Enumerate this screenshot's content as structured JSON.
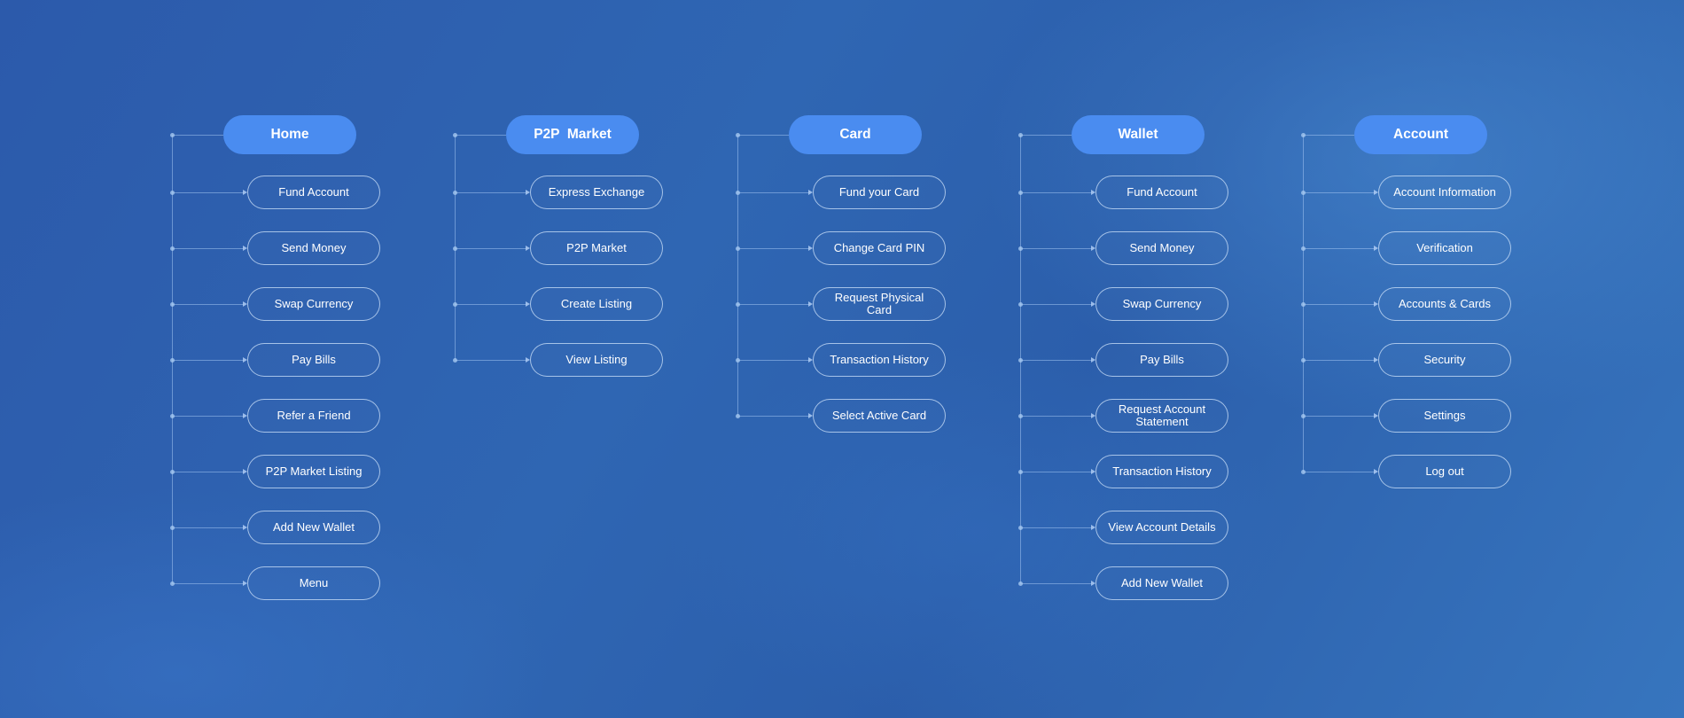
{
  "sitemap": {
    "columns": [
      {
        "id": "home",
        "title": "Home",
        "items": [
          "Fund Account",
          "Send Money",
          "Swap Currency",
          "Pay Bills",
          "Refer a Friend",
          "P2P Market Listing",
          "Add New Wallet",
          "Menu"
        ]
      },
      {
        "id": "p2p-market",
        "title": "P2P  Market",
        "items": [
          "Express Exchange",
          "P2P Market",
          "Create Listing",
          "View Listing"
        ]
      },
      {
        "id": "card",
        "title": "Card",
        "items": [
          "Fund your Card",
          "Change Card PIN",
          "Request Physical Card",
          "Transaction History",
          "Select Active Card"
        ]
      },
      {
        "id": "wallet",
        "title": "Wallet",
        "items": [
          "Fund Account",
          "Send Money",
          "Swap Currency",
          "Pay Bills",
          "Request Account Statement",
          "Transaction History",
          "View Account Details",
          "Add New Wallet"
        ]
      },
      {
        "id": "account",
        "title": "Account",
        "items": [
          "Account Information",
          "Verification",
          "Accounts & Cards",
          "Security",
          "Settings",
          "Log out"
        ]
      }
    ]
  },
  "colors": {
    "header_fill": "#4a8cf0",
    "node_border": "#cde1fa",
    "connector": "#a0c3f0"
  }
}
